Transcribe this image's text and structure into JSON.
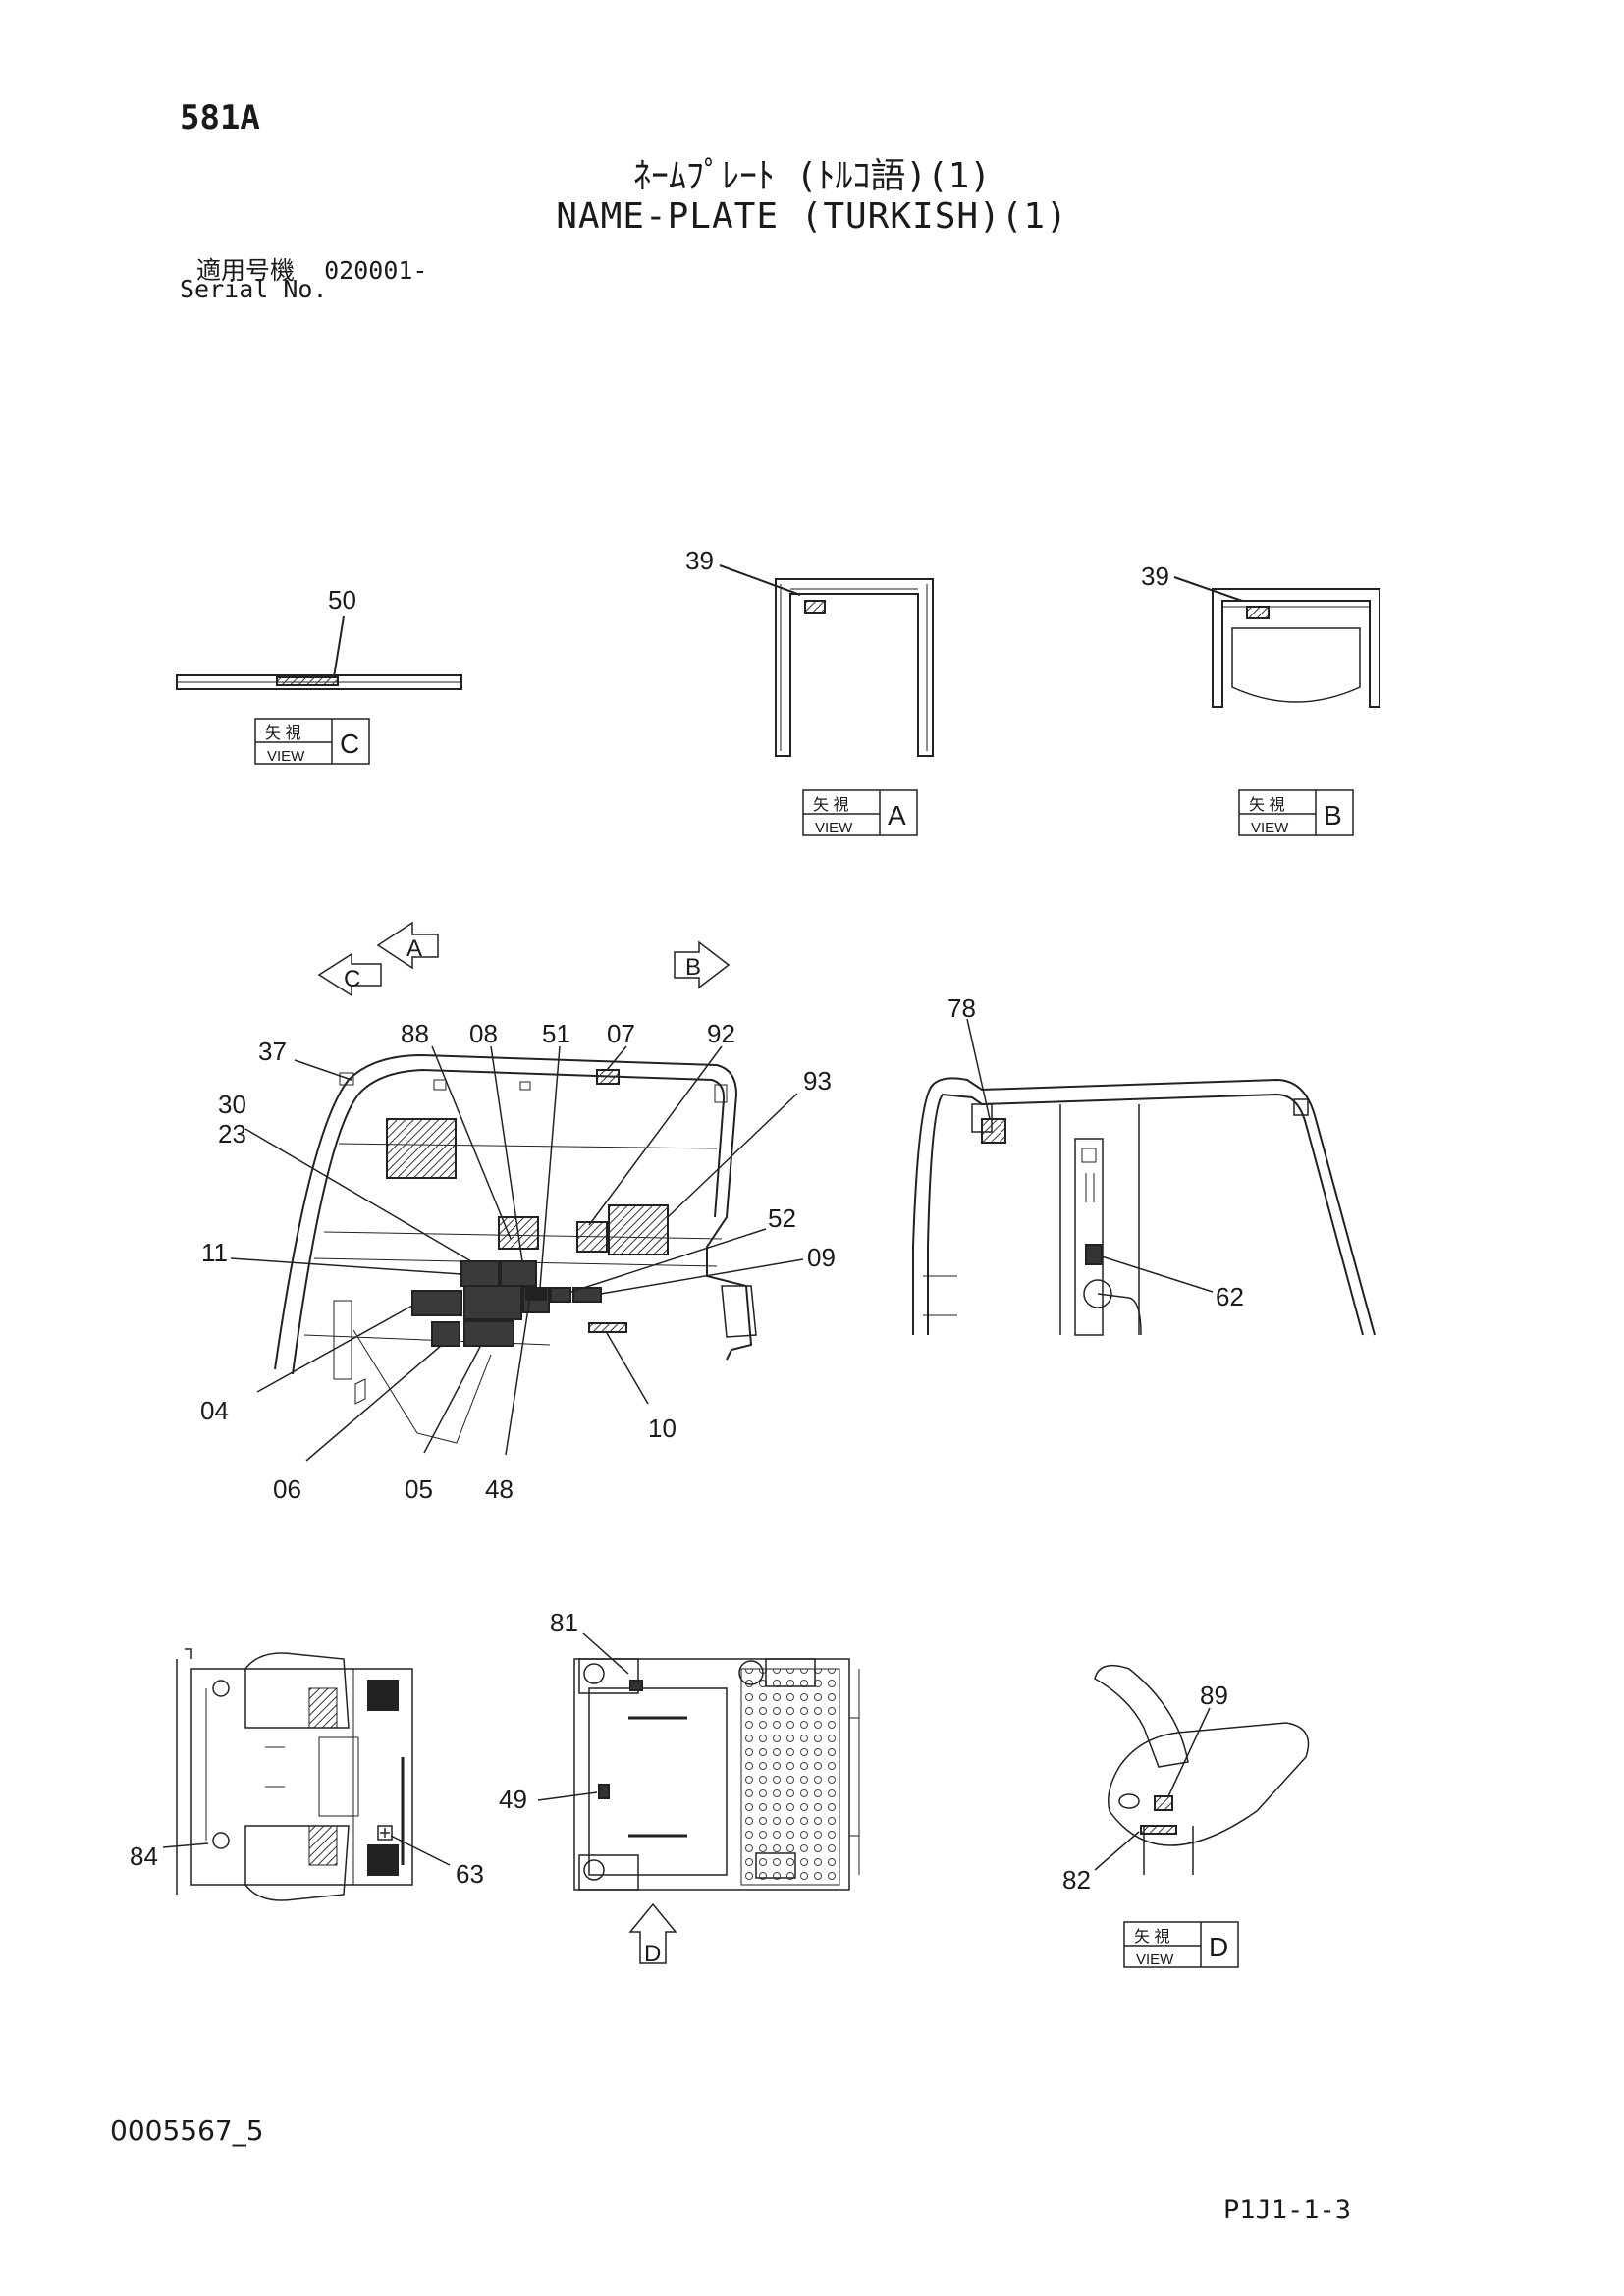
{
  "header": {
    "sheet_code": "581A",
    "title_jp": "ﾈｰﾑﾌﾟﾚｰﾄ (ﾄﾙｺ語)(1)",
    "title_en": "NAME-PLATE (TURKISH)(1)",
    "serial_label_jp": "適用号機",
    "serial_value": "020001-",
    "serial_label_en": "Serial No."
  },
  "view_labels": {
    "jp": "矢 視",
    "en": "VIEW",
    "letters": [
      "C",
      "A",
      "B",
      "D"
    ]
  },
  "direction_arrows": [
    "A",
    "C",
    "B",
    "D"
  ],
  "callouts": {
    "view_c": [
      "50"
    ],
    "view_a": [
      "39"
    ],
    "view_b": [
      "39"
    ],
    "main_view": [
      "37",
      "30",
      "23",
      "11",
      "04",
      "06",
      "05",
      "48",
      "88",
      "08",
      "51",
      "07",
      "92",
      "93",
      "52",
      "09",
      "10"
    ],
    "side_view": [
      "78",
      "62"
    ],
    "bottom_left": [
      "84",
      "63"
    ],
    "bottom_center": [
      "81",
      "49"
    ],
    "bottom_right": [
      "89",
      "82"
    ]
  },
  "footer": {
    "doc_number": "0005567_5",
    "page_number": "P1J1-1-3"
  }
}
